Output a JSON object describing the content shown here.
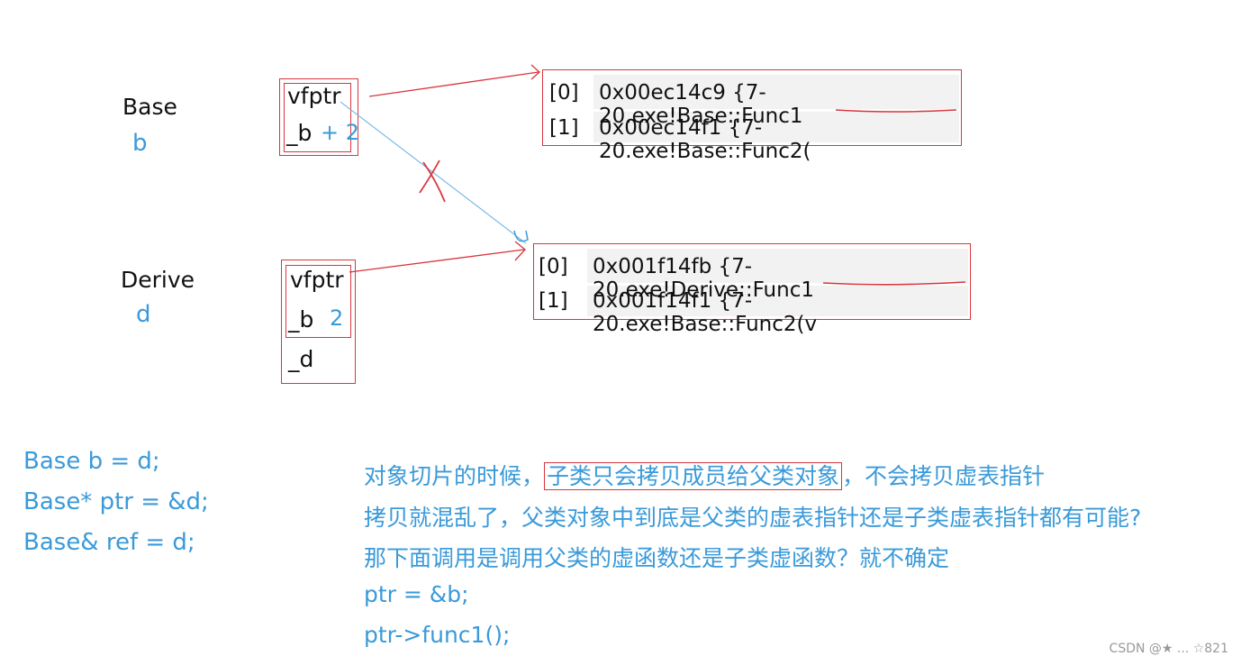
{
  "base_obj": {
    "class_label": "Base",
    "var_label": "b",
    "fields": [
      "vfptr",
      "_b"
    ],
    "annotation": "+ 2"
  },
  "derive_obj": {
    "class_label": "Derive",
    "var_label": "d",
    "fields": [
      "vfptr",
      "_b",
      "_d"
    ],
    "annotation": "2"
  },
  "base_vtable": [
    {
      "index": "[0]",
      "entry": "0x00ec14c9 {7-20.exe!Base::Func1"
    },
    {
      "index": "[1]",
      "entry": "0x00ec14f1 {7-20.exe!Base::Func2("
    }
  ],
  "derive_vtable": [
    {
      "index": "[0]",
      "entry": "0x001f14fb {7-20.exe!Derive::Func1"
    },
    {
      "index": "[1]",
      "entry": "0x001f14f1 {7-20.exe!Base::Func2(v"
    }
  ],
  "code_lines": [
    "Base b = d;",
    "Base* ptr = &d;",
    "Base& ref = d;"
  ],
  "notes": {
    "line1_pre": "对象切片的时候，",
    "line1_hl": "子类只会拷贝成员给父类对象",
    "line1_post": "，不会拷贝虚表指针",
    "line2": "拷贝就混乱了，父类对象中到底是父类的虚表指针还是子类虚表指针都有可能?",
    "line3": "那下面调用是调用父类的虚函数还是子类虚函数？就不确定",
    "line4": "ptr = &b;",
    "line5": "ptr->func1();"
  },
  "watermark": "CSDN @★ ... ☆821",
  "colors": {
    "red": "#d9363e",
    "blue": "#3a9ad9"
  }
}
